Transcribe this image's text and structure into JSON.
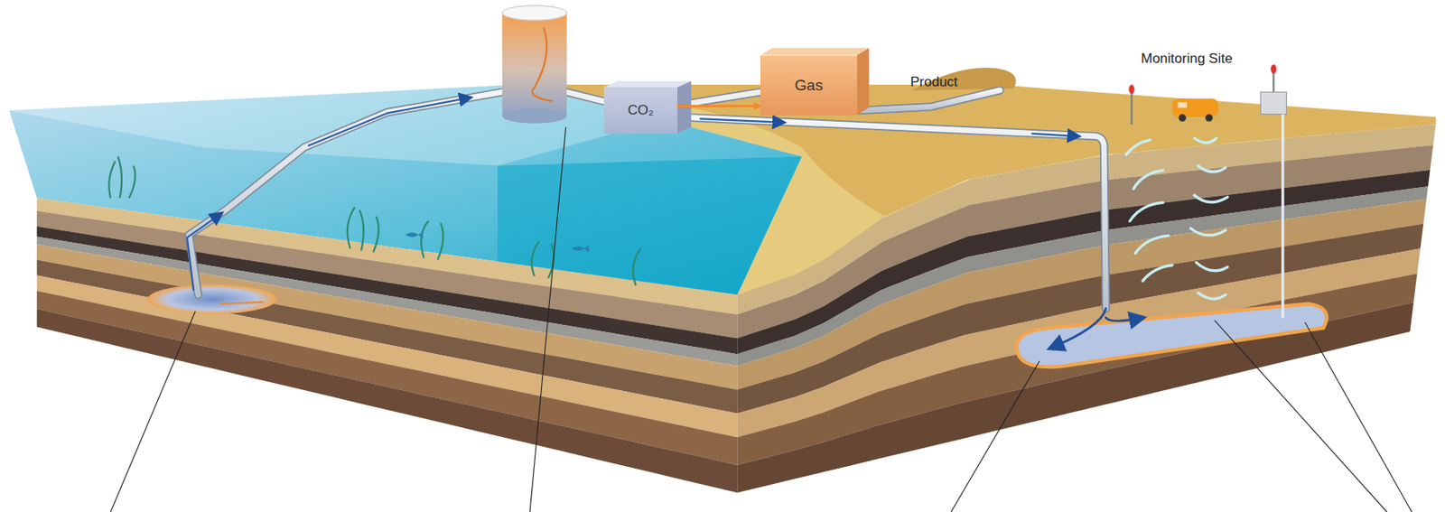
{
  "diagram": {
    "nodes": [
      {
        "text": [
          "CO₂"
        ]
      },
      {
        "text": [
          "Gas"
        ]
      }
    ],
    "edges": [
      {
        "from": 0,
        "to": 1,
        "arrow": "to"
      }
    ],
    "labels": [
      "Monitoring Site",
      "Product"
    ]
  }
}
